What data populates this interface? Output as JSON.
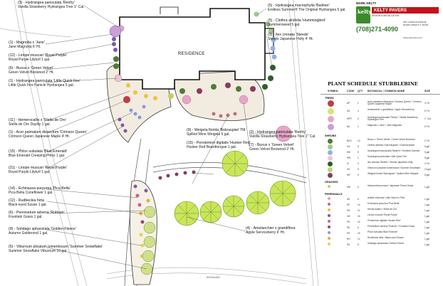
{
  "residence_label": "RESIDENCE",
  "street_label": "WOODLAND",
  "callouts_left": [
    {
      "num": "(3)",
      "latin": "Hydrangea paniculata 'Renhy'",
      "common": "Vanilla Strawberry Hydrangea Tree 1\" Cal."
    },
    {
      "num": "(1)",
      "latin": "Magnolia x 'Jane'",
      "common": "Jane Magnolia 6' Ht."
    },
    {
      "num": "(12)",
      "latin": "Liriope muscari 'Royal Purple'",
      "common": "Royal Purple Lilyturf 1 gal."
    },
    {
      "num": "(6)",
      "latin": "Buxus x 'Green Velvet'",
      "common": "Green Velvet Boxwood 2' Ht."
    },
    {
      "num": "(1)",
      "latin": "Hydrangea paniculata 'Little Quick Fire'",
      "common": "Little Quick Fire Panicle Hydrangea 5 gal."
    },
    {
      "num": "(11)",
      "latin": "Hemerocallis x 'Stella de Oro'",
      "common": "Stella de Oro Daylily 1 gal."
    },
    {
      "num": "(1)",
      "latin": "Acer palmatum dissectum 'Crimson Queen'",
      "common": "Crimson Queen Japanese Maple 4' Ht."
    },
    {
      "num": "(15)",
      "latin": "Phlox subulata 'Blue Emerald'",
      "common": "Blue Emerald Creeping Phlox 1 gal."
    },
    {
      "num": "(31)",
      "latin": "Liriope muscari 'Royal Purple'",
      "common": "Royal Purple Lilyturf 1 gal."
    },
    {
      "num": "(14)",
      "latin": "Echinacea purpurea 'Pica Bella'",
      "common": "Pica Bella Coneflower 1 gal."
    },
    {
      "num": "(12)",
      "latin": "Rudbeckia hirta",
      "common": "Black-eyed Susan 1 gal."
    },
    {
      "num": "(6)",
      "latin": "Pennisetum advena 'Rubrum'",
      "common": "Fountain Grass 1 gal."
    },
    {
      "num": "(9)",
      "latin": "Solidago sphacelata 'Golden Fleece'",
      "common": "Autumn Goldenrod 1 gal."
    },
    {
      "num": "(5)",
      "latin": "Viburnum plicatum tomentosum 'Summer Snowflake'",
      "common": "Summer Snowflake Viburnum 10 gal"
    }
  ],
  "callouts_right": [
    {
      "num": "(5)",
      "latin": "Hydrangea macrophylla 'Bailmer'",
      "common": "Endless Summer® The Original Hydrangea 5 gal."
    },
    {
      "num": "(5)",
      "latin": "Clethra alnifolia 'Hummingbird'",
      "common": "Summersweet 5 gal."
    },
    {
      "num": "(3)",
      "latin": "Ilex crenata 'Steeds'",
      "common": "Steeds Japanese Holly 4' Ht."
    },
    {
      "num": "(2)",
      "latin": "Hydrangea paniculata 'Renhy'",
      "common": "Vanilla Strawberry Hydrangea Tree 1\" Cal."
    },
    {
      "num": "(7)",
      "latin": "Buxus x 'Green Velvet'",
      "common": "Green Velvet Boxwood 2' Ht."
    },
    {
      "num": "(9)",
      "latin": "Weigela florida 'Bokraspiwi' TM",
      "common": "Spilled Wine Weigela 5 gal."
    },
    {
      "num": "(15)",
      "latin": "Penstemon digitalis 'Husker Red'",
      "common": "Husker Red Beardtongue 1 gal."
    },
    {
      "num": "(4)",
      "latin": "Amelanchier x grandiflora",
      "common": "Apple Serviceberry 6' Ht."
    }
  ],
  "logo": {
    "owner": "MARK KELTY",
    "mark": "kelty",
    "brand": "KELTY PAVERS",
    "tagline": "DESIGN & INSTALLATION",
    "phone": "(708)271-4090",
    "address": "255 LATHROP AVENUE\nRIVER FOREST, IL 60305",
    "web": "KeltyLawnCare.com"
  },
  "schedule": {
    "title": "PLANT SCHEDULE STUBBLEBINE",
    "headers": [
      "SYMBOL",
      "CODE",
      "QTY",
      "BOTANICAL / COMMON NAME",
      "SIZE"
    ],
    "groups": [
      {
        "name": "TREES",
        "rows": [
          {
            "code": "AP",
            "qty": "1",
            "name": "Acer palmatum dissectum 'Crimson Queen' / Crimson Queen Japanese Maple",
            "size": "4' Ht.",
            "color": "#c23a4a"
          },
          {
            "code": "AG",
            "qty": "4",
            "name": "Amelanchier x grandiflora / Apple Serviceberry",
            "size": "6' Ht.",
            "color": "#d6e86a"
          },
          {
            "code": "HPR",
            "qty": "5",
            "name": "Hydrangea paniculata 'Renhy' / Vanilla Strawberry Hydrangea Tree",
            "size": "1\" Cal.",
            "color": "#e7a6c9"
          },
          {
            "code": "MJ",
            "qty": "1",
            "name": "Magnolia x 'Jane' / Jane Magnolia",
            "size": "6' Ht.",
            "color": "#c9a0d8"
          }
        ]
      },
      {
        "name": "SHRUBS",
        "rows": [
          {
            "code": "BGV",
            "qty": "13",
            "name": "Buxus x 'Green Velvet' / Green Velvet Boxwood",
            "size": "2' Ht.",
            "color": "#4f7a3a"
          },
          {
            "code": "CA",
            "qty": "5",
            "name": "Clethra alnifolia 'Hummingbird' / Summersweet",
            "size": "5 gal",
            "color": "#9fc98a"
          },
          {
            "code": "HM",
            "qty": "5",
            "name": "Hydrangea macrophylla 'Bailmer' / Endless Summer",
            "size": "5 gal",
            "color": "#8fb3e0"
          },
          {
            "code": "HPL",
            "qty": "1",
            "name": "Hydrangea paniculata 'Little Quick Fire'",
            "size": "5 gal",
            "color": "#f0c3d6"
          },
          {
            "code": "IC",
            "qty": "3",
            "name": "Ilex crenata 'Steeds' / Steeds Japanese Holly",
            "size": "4' Ht.",
            "color": "#2e5e2a"
          },
          {
            "code": "VS",
            "qty": "5",
            "name": "Viburnum plicatum tomentosum 'Summer Snowflake'",
            "size": "10 gal",
            "color": "#b7d67a"
          },
          {
            "code": "WF",
            "qty": "9",
            "name": "Weigela florida 'Bokraspiwi' / Spilled Wine Weigela",
            "size": "5 gal",
            "color": "#8a3b5a"
          }
        ]
      },
      {
        "name": "GRASSES",
        "rows": [
          {
            "code": "HM",
            "qty": "6",
            "name": "Hakonechloa macra / Japanese Forest Grass",
            "size": "1 gal",
            "color": "#c7cf5a"
          }
        ]
      },
      {
        "name": "PERENNIALS",
        "rows": [
          {
            "code": "AS",
            "qty": "6",
            "name": "Astilbe chinensis 'Little Vision in Pink'",
            "size": "1 gal",
            "color": "#e8a2c0"
          },
          {
            "code": "EP",
            "qty": "14",
            "name": "Echinacea purpurea 'Pica Bella'",
            "size": "1 gal",
            "color": "#d25a9a"
          },
          {
            "code": "HS",
            "qty": "11",
            "name": "Hemerocallis x 'Stella de Oro'",
            "size": "1 gal",
            "color": "#f0c23a"
          },
          {
            "code": "LM",
            "qty": "43",
            "name": "Liriope muscari 'Royal Purple'",
            "size": "1 gal",
            "color": "#7a5aa8"
          },
          {
            "code": "PD",
            "qty": "15",
            "name": "Penstemon digitalis 'Husker Red'",
            "size": "1 gal",
            "color": "#b8707a"
          },
          {
            "code": "PA",
            "qty": "6",
            "name": "Pennisetum advena 'Rubrum' / Fountain Grass",
            "size": "1 gal",
            "color": "#9a4a5a"
          },
          {
            "code": "PS",
            "qty": "15",
            "name": "Phlox subulata 'Blue Emerald'",
            "size": "1 gal",
            "color": "#8a9ad8"
          },
          {
            "code": "RH",
            "qty": "12",
            "name": "Rudbeckia hirta / Black-eyed Susan",
            "size": "1 gal",
            "color": "#e0b030"
          },
          {
            "code": "SS",
            "qty": "9",
            "name": "Solidago sphacelata 'Golden Fleece'",
            "size": "1 gal",
            "color": "#e6d24a"
          }
        ]
      }
    ]
  }
}
